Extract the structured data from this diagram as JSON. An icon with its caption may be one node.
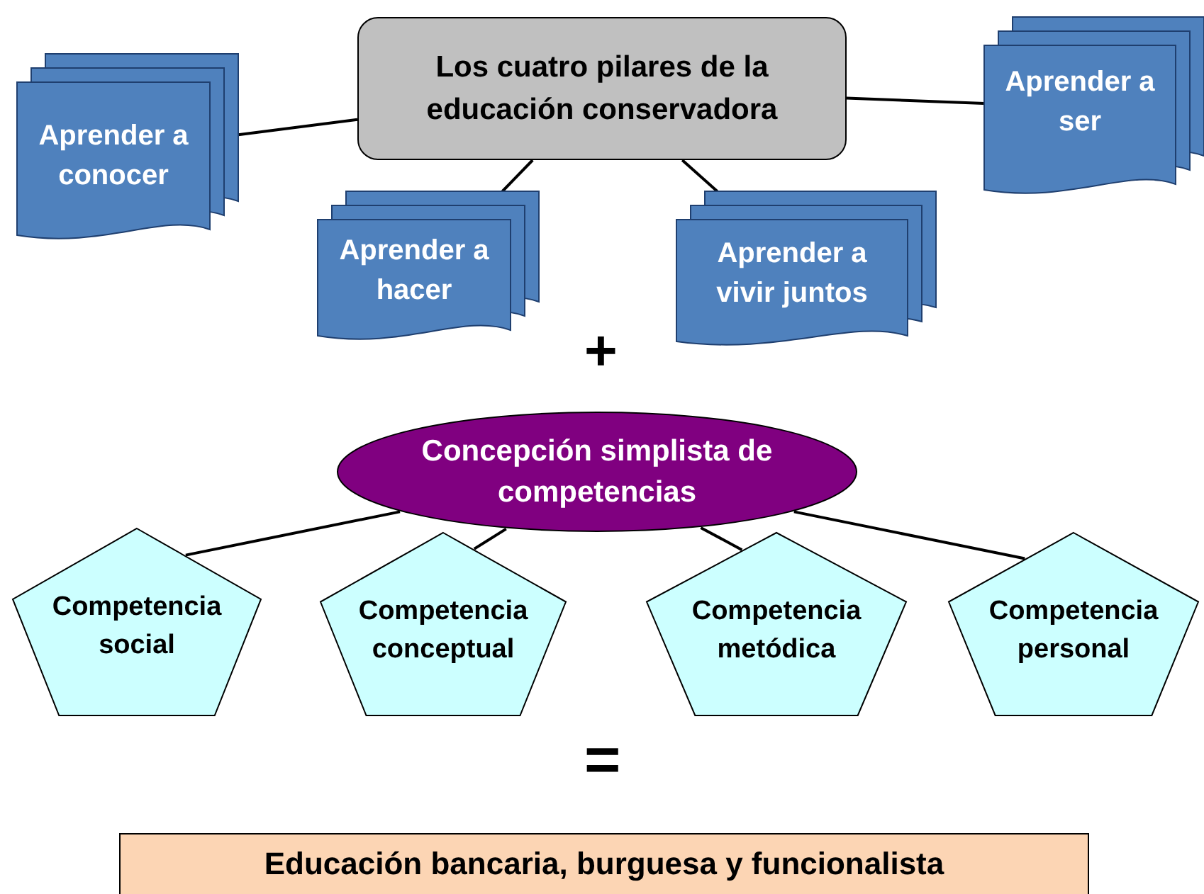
{
  "diagram": {
    "nodes": [
      {
        "text": [
          "Los cuatro pilares de la educación conservadora"
        ]
      },
      {
        "text": [
          "Aprender a conocer"
        ]
      },
      {
        "text": [
          "Aprender a hacer"
        ]
      },
      {
        "text": [
          "Aprender a vivir juntos"
        ]
      },
      {
        "text": [
          "Aprender a ser"
        ]
      },
      {
        "text": [
          "Concepción simplista de competencias"
        ]
      },
      {
        "text": [
          "Competencia social"
        ]
      },
      {
        "text": [
          "Competencia conceptual"
        ]
      },
      {
        "text": [
          "Competencia metódica"
        ]
      },
      {
        "text": [
          "Competencia personal"
        ]
      },
      {
        "text": [
          "Educación bancaria, burguesa y funcionalista"
        ]
      }
    ],
    "edges": [
      {
        "from": 0,
        "to": 1,
        "arrow": "none"
      },
      {
        "from": 0,
        "to": 2,
        "arrow": "none"
      },
      {
        "from": 0,
        "to": 3,
        "arrow": "none"
      },
      {
        "from": 0,
        "to": 4,
        "arrow": "none"
      },
      {
        "from": 5,
        "to": 6,
        "arrow": "none"
      },
      {
        "from": 5,
        "to": 7,
        "arrow": "none"
      },
      {
        "from": 5,
        "to": 8,
        "arrow": "none"
      },
      {
        "from": 5,
        "to": 9,
        "arrow": "none"
      }
    ],
    "labels": [
      "+",
      "="
    ]
  }
}
